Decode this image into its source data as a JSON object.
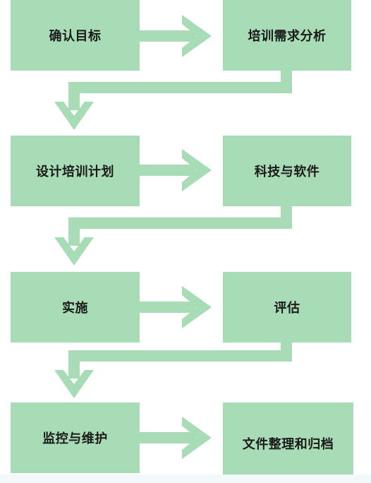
{
  "flowchart": {
    "steps": [
      {
        "id": "b1",
        "label": "确认目标"
      },
      {
        "id": "b2",
        "label": "培训需求分析"
      },
      {
        "id": "b3",
        "label": "设计培训计划"
      },
      {
        "id": "b4",
        "label": "科技与软件"
      },
      {
        "id": "b5",
        "label": "实施"
      },
      {
        "id": "b6",
        "label": "评估"
      },
      {
        "id": "b7",
        "label": "监控与维护"
      },
      {
        "id": "b8",
        "label": "文件整理和归档"
      }
    ]
  },
  "colors": {
    "box_fill": "#a8dcb6",
    "arrow_fill": "#a8dcb6",
    "text": "#1a1a1a"
  }
}
